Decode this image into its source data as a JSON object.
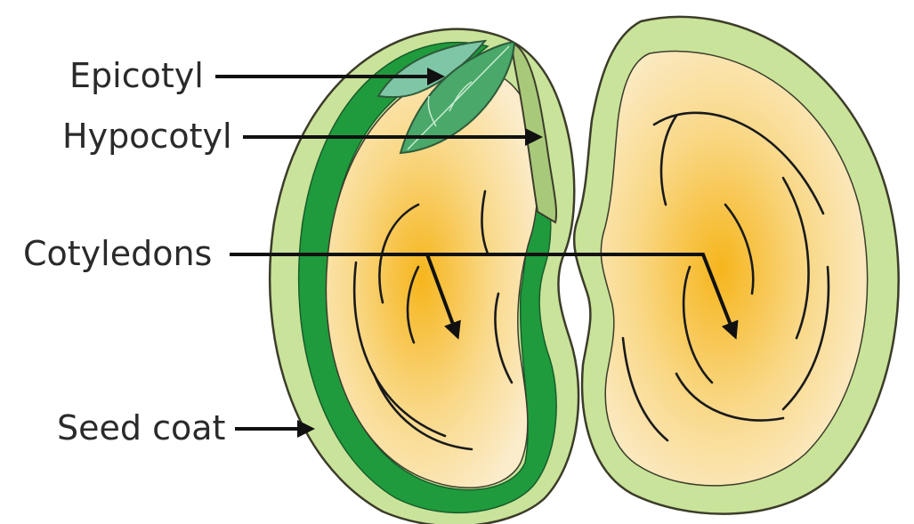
{
  "labels": {
    "epicotyl": "Epicotyl",
    "hypocotyl": "Hypocotyl",
    "cotyledons": "Cotyledons",
    "seed_coat": "Seed coat"
  },
  "colors": {
    "seed_coat": "#c9e39a",
    "seed_coat_outline": "#4a4a2a",
    "cotyledon_center": "#f6b51c",
    "cotyledon_edge": "#fbe7b8",
    "embryo_green": "#1f9b3d",
    "hypocotyl": "#a9c97a",
    "leaf": "#4aa86a",
    "leaf_light": "#7fc6a6"
  }
}
